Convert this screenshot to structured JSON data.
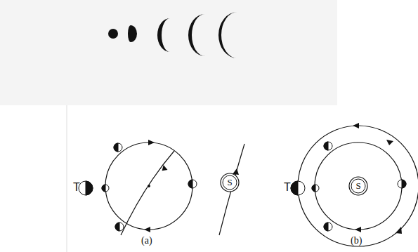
{
  "diagram": {
    "nodes": [
      {
        "text": [
          "S"
        ]
      },
      {
        "text": [
          "S"
        ]
      }
    ],
    "labels": [
      "T",
      "(a)",
      "T",
      "(b)"
    ]
  }
}
